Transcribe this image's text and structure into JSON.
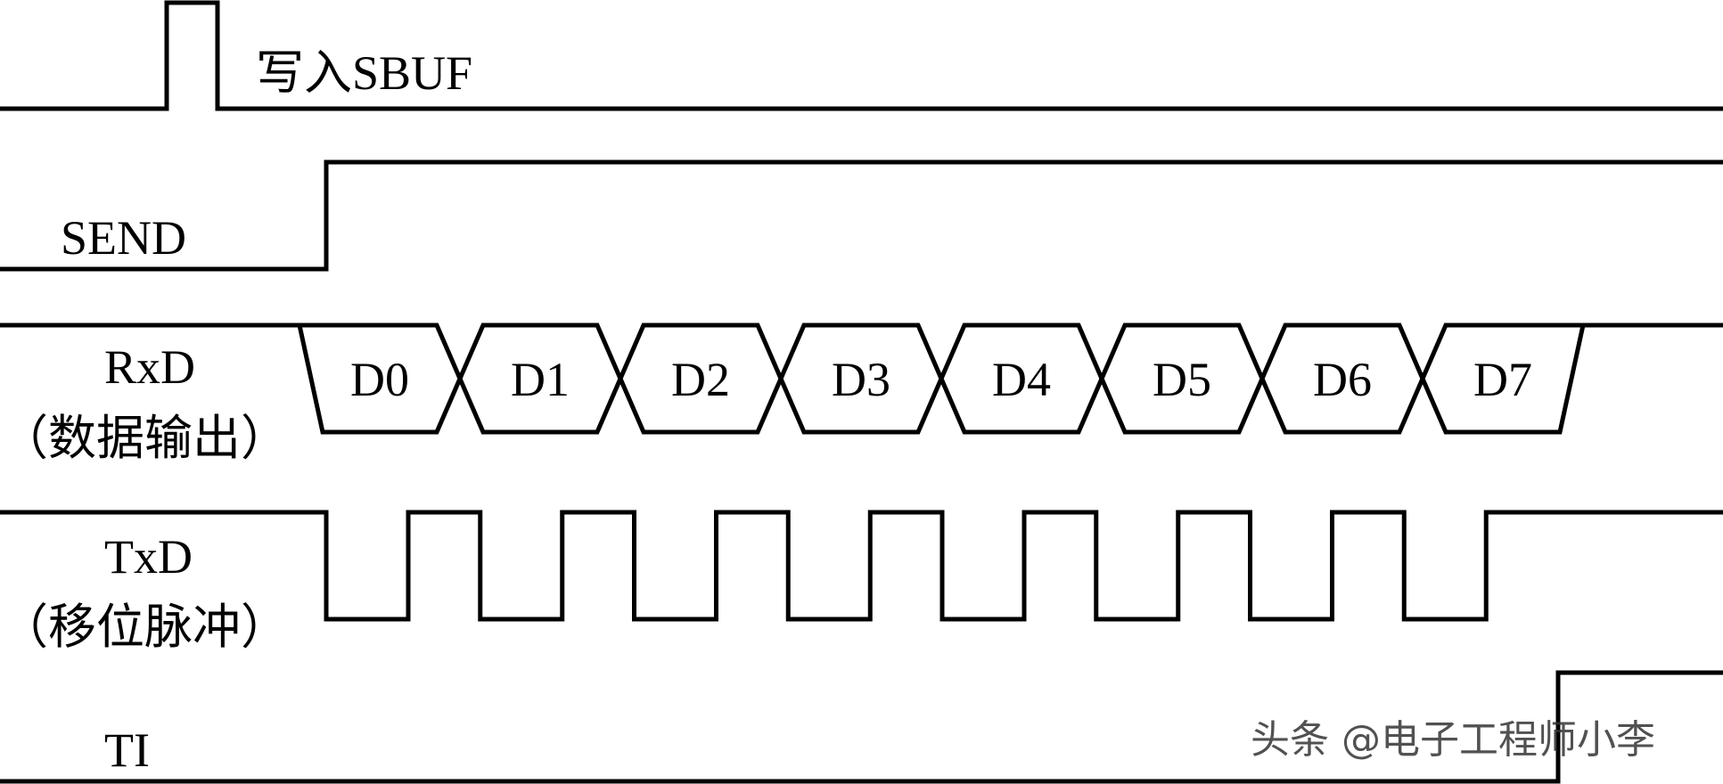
{
  "signals": {
    "write_sbuf": {
      "label": "写入SBUF"
    },
    "send": {
      "label": "SEND"
    },
    "rxd": {
      "label": "RxD",
      "sublabel": "（数据输出）"
    },
    "txd": {
      "label": "TxD",
      "sublabel": "（移位脉冲）"
    },
    "ti": {
      "label": "TI"
    }
  },
  "data_bits": [
    "D0",
    "D1",
    "D2",
    "D3",
    "D4",
    "D5",
    "D6",
    "D7"
  ],
  "watermark": "头条 @电子工程师小李",
  "colors": {
    "line": "#000000",
    "background": "#ffffff"
  }
}
